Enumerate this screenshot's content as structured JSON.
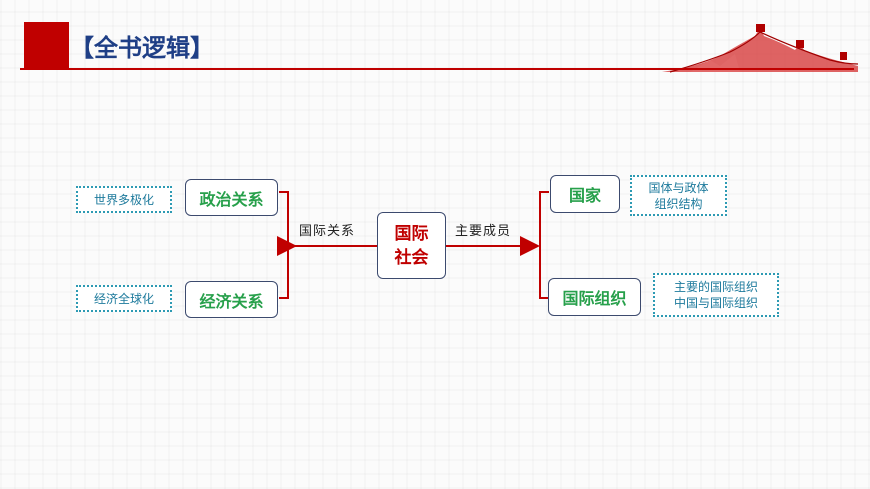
{
  "header": {
    "title": "【全书逻辑】"
  },
  "diagram": {
    "center": {
      "line1": "国际",
      "line2": "社会"
    },
    "left_label": "国际关系",
    "right_label": "主要成员",
    "left_nodes": [
      {
        "label": "政治关系",
        "note": "世界多极化"
      },
      {
        "label": "经济关系",
        "note": "经济全球化"
      }
    ],
    "right_nodes": [
      {
        "label": "国家",
        "note_line1": "国体与政体",
        "note_line2": "组织结构"
      },
      {
        "label": "国际组织",
        "note_line1": "主要的国际组织",
        "note_line2": "中国与国际组织"
      }
    ]
  },
  "colors": {
    "accent_red": "#c00000",
    "title_blue": "#1f3f86",
    "node_green": "#27a04b",
    "note_blue": "#1d7a9c"
  }
}
